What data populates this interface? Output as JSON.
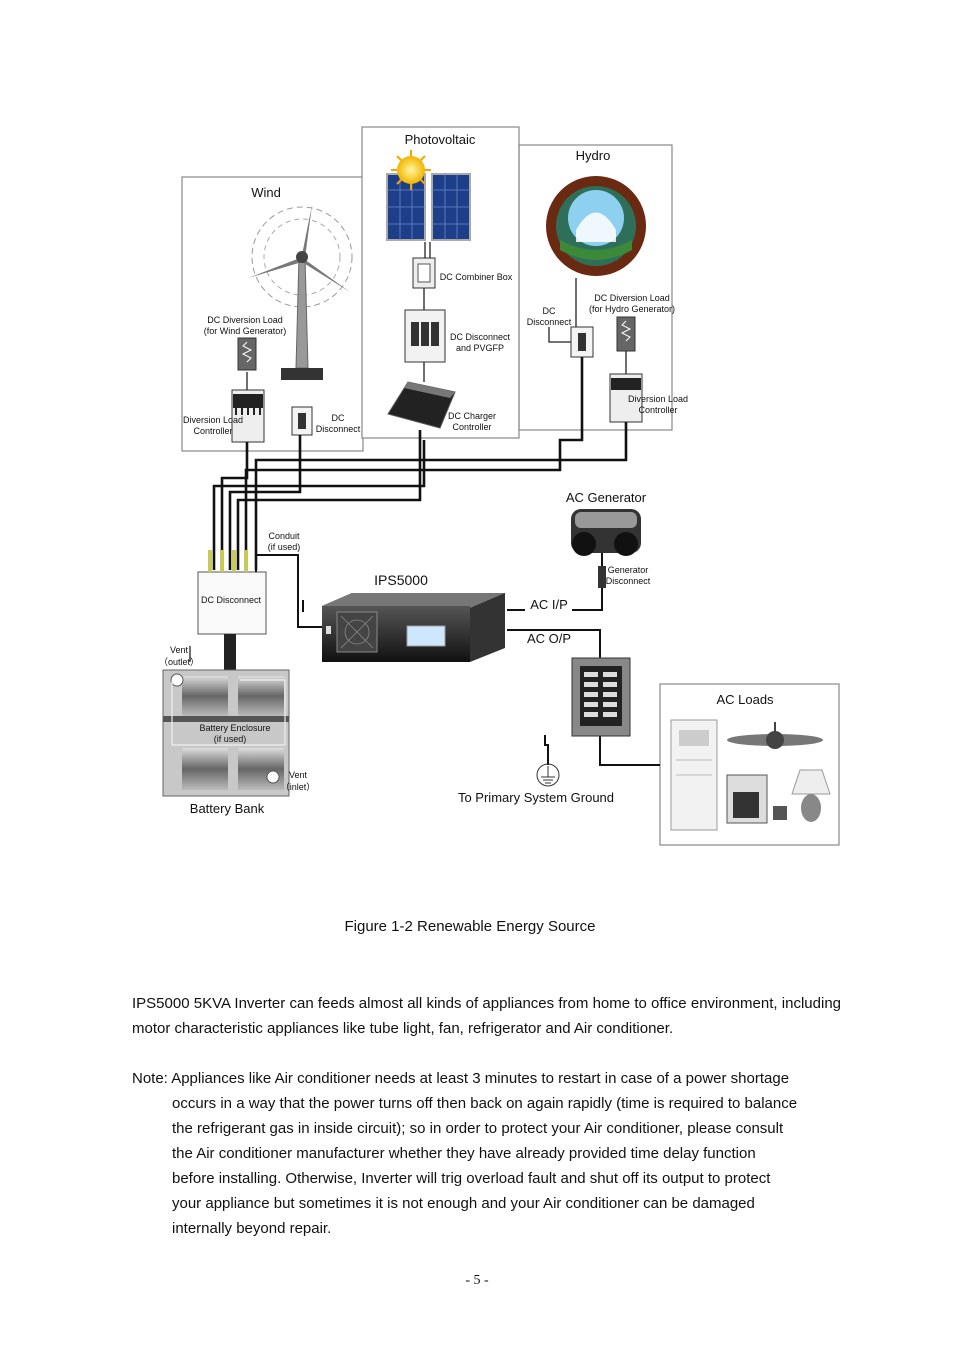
{
  "diagram": {
    "sections": {
      "wind": "Wind",
      "photovoltaic": "Photovoltaic",
      "hydro": "Hydro",
      "ac_generator": "AC Generator",
      "ac_loads": "AC Loads",
      "battery_bank": "Battery Bank",
      "ips": "IPS5000"
    },
    "labels": {
      "dc_combiner_box": "DC Combiner Box",
      "dc_disconnect_pvgfp_1": "DC Disconnect",
      "dc_disconnect_pvgfp_2": "and PVGFP",
      "dc_charger_1": "DC Charger",
      "dc_charger_2": "Controller",
      "wind_diversion_1": "DC Diversion Load",
      "wind_diversion_2": "(for Wind Generator)",
      "wind_controller_1": "Diversion Load",
      "wind_controller_2": "Controller",
      "wind_dc_disc_1": "DC",
      "wind_dc_disc_2": "Disconnect",
      "hydro_dc_disc_1": "DC",
      "hydro_dc_disc_2": "Disconnect",
      "hydro_diversion_1": "DC Diversion Load",
      "hydro_diversion_2": "(for Hydro Generator)",
      "hydro_controller_1": "Diversion Load",
      "hydro_controller_2": "Controller",
      "conduit_1": "Conduit",
      "conduit_2": "(if used)",
      "dc_disconnect_main": "DC Disconnect",
      "generator_disc_1": "Generator",
      "generator_disc_2": "Disconnect",
      "ac_ip": "AC I/P",
      "ac_op": "AC O/P",
      "vent_outlet_1": "Vent",
      "vent_outlet_2": "（outlet）",
      "vent_inlet_1": "Vent",
      "vent_inlet_2": "（inlet）",
      "battery_enclosure_1": "Battery Enclosure",
      "battery_enclosure_2": "(if used)",
      "primary_ground": "To Primary System Ground"
    }
  },
  "figure_caption": "Figure 1-2 Renewable Energy Source",
  "paragraph": "IPS5000 5KVA Inverter can feeds almost all kinds of appliances from home to office environment, including motor characteristic appliances like tube light, fan, refrigerator and Air conditioner.",
  "note": {
    "line1": "Note: Appliances like Air conditioner needs at least 3 minutes to restart in case of a power shortage",
    "lines": [
      "occurs in a way that the power turns off then back on again rapidly (time is required to balance",
      "the refrigerant gas in inside circuit); so in order to protect your Air conditioner, please consult",
      "the Air conditioner manufacturer whether they have already provided time delay function",
      "before installing. Otherwise, Inverter will trig overload fault and shut off its output to protect",
      "your appliance but sometimes it is not enough and your Air conditioner can be damaged",
      "internally beyond repair."
    ]
  },
  "page_number": "- 5 -"
}
